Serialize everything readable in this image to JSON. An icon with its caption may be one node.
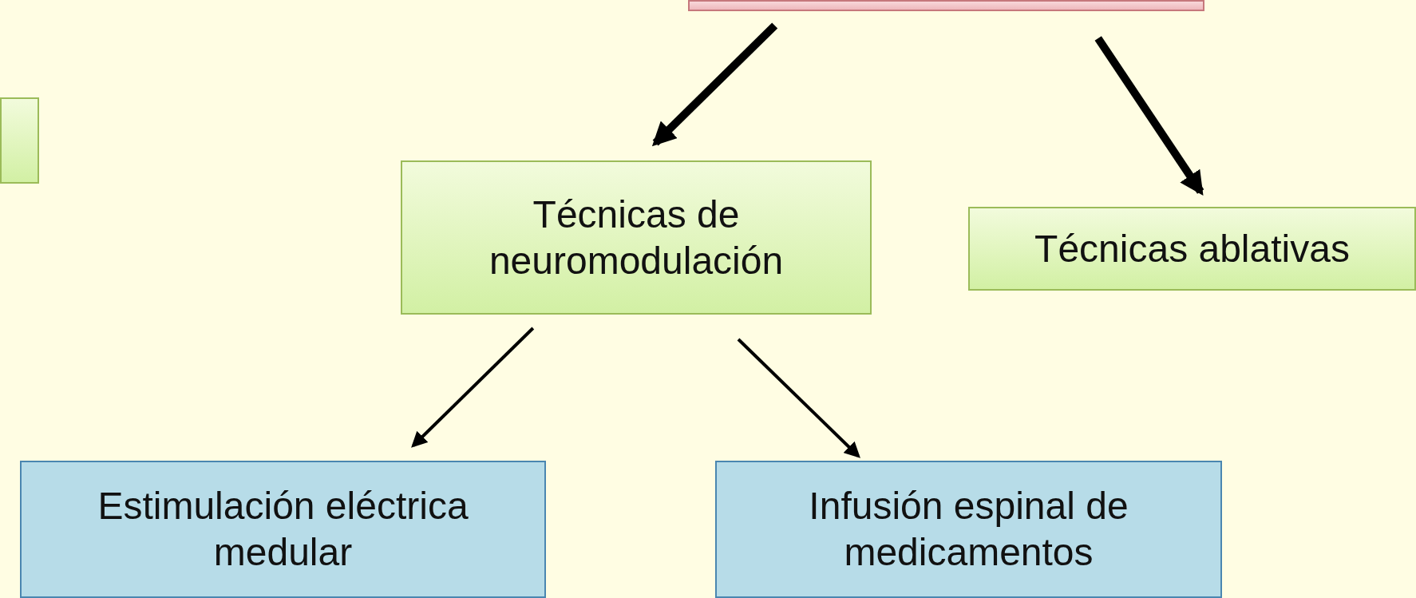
{
  "diagram": {
    "nodes": [
      {
        "text": [],
        "shape": "box"
      },
      {
        "text": [],
        "shape": "box"
      },
      {
        "text": [
          "Técnicas de neuromodulación"
        ]
      },
      {
        "text": [
          "Técnicas ablativas"
        ]
      },
      {
        "text": [
          "Estimulación eléctrica medular"
        ]
      },
      {
        "text": [
          "Infusión espinal de medicamentos"
        ]
      }
    ],
    "edges": [
      {
        "from": 0,
        "to": 2,
        "arrow": "to",
        "style": "thick"
      },
      {
        "from": 0,
        "to": 3,
        "arrow": "to",
        "style": "thick"
      },
      {
        "from": 2,
        "to": 4,
        "arrow": "to"
      },
      {
        "from": 2,
        "to": 5,
        "arrow": "to"
      }
    ]
  }
}
